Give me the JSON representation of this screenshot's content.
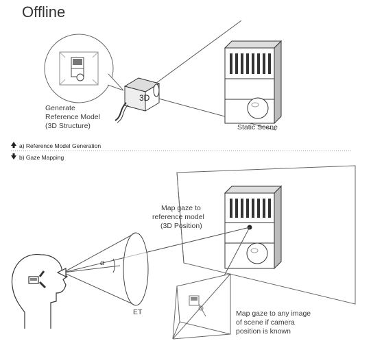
{
  "title": "Offline",
  "labels": {
    "generate_line1": "Generate",
    "generate_line2": "Reference Model",
    "generate_line3": "(3D Structure)",
    "camera_3d": "3D",
    "static_scene": "Static Scene",
    "map_gaze_line1": "Map gaze to",
    "map_gaze_line2": "reference model",
    "map_gaze_line3": "(3D Position)",
    "alpha": "α",
    "et": "ET",
    "map_image_line1": "Map gaze to any image",
    "map_image_line2": "of scene if camera",
    "map_image_line3": "position is known"
  },
  "sections": {
    "a": "a) Reference Model Generation",
    "b": "b) Gaze Mapping"
  },
  "icons": {
    "up": "arrow-up-icon",
    "down": "arrow-down-icon"
  }
}
